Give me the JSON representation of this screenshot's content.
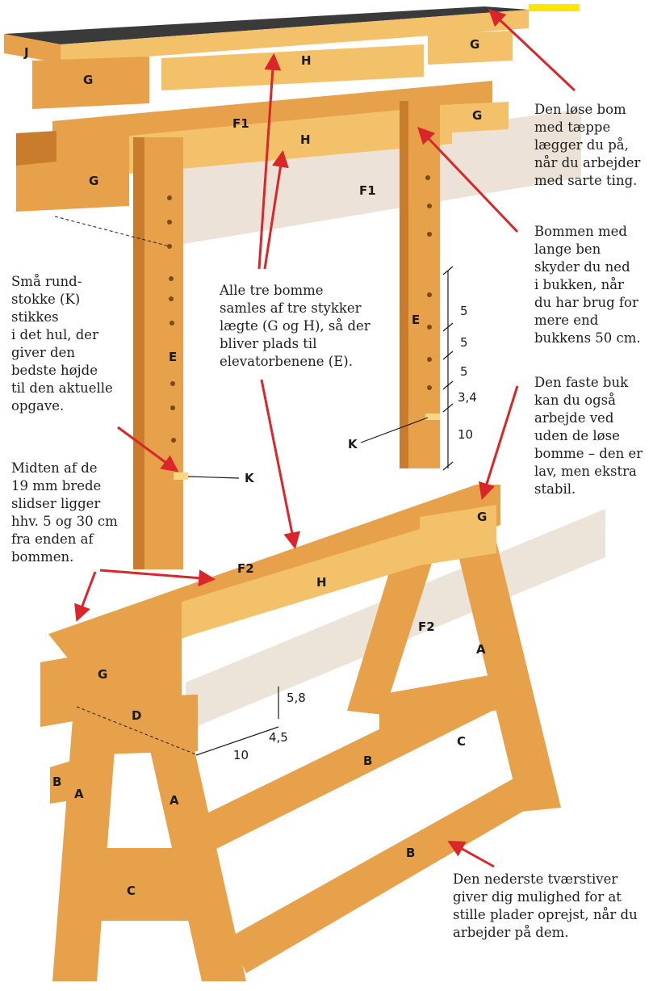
{
  "notes": {
    "loose_beam": "Den løse bom\nmed tæppe\nlægger du på,\nnår du arbejder\nmed sarte ting.",
    "long_legs": "Bommen med\nlange ben\nskyder du ned\ni bukken, når\ndu har brug for\nmere end\nbukkens 50 cm.",
    "dowels": "Små rund-\nstokke (K)\nstikkes\ni det hul, der\ngiver den\nbedste højde\ntil den aktuelle\nopgave.",
    "three_beams": "Alle tre bomme\nsamles af tre stykker\nlægte (G og H), så der\nbliver plads til\nelevatorbenene (E).",
    "fixed_trestle": "Den faste buk\nkan du også\narbejde ved\nuden de løse\nbomme – den er\nlav, men ekstra\nstabil.",
    "slots": "Midten af de\n19 mm brede\nslidser ligger\nhhv. 5 og 30 cm\nfra enden af\nbommen.",
    "bottom_brace": "Den nederste tværstiver\ngiver dig mulighed for at\nstille plader oprejst, når du\narbejder på dem."
  },
  "labels": {
    "J": "J",
    "G": "G",
    "H": "H",
    "F1": "F1",
    "F2": "F2",
    "E": "E",
    "K": "K",
    "D": "D",
    "A": "A",
    "B": "B",
    "C": "C"
  },
  "measures": {
    "m5": "5",
    "m3_4": "3,4",
    "m10": "10",
    "m5_8": "5,8",
    "m4_5": "4,5"
  },
  "colors": {
    "wood_light": "#f2c16a",
    "wood_mid": "#e6a14a",
    "wood_dark": "#c97d2c",
    "wood_face": "#f7d784",
    "ghost": "#e9ddd0",
    "carpet": "#3a3a3a",
    "arrow": "#d9262b",
    "yellow_tab": "#ffe600"
  }
}
